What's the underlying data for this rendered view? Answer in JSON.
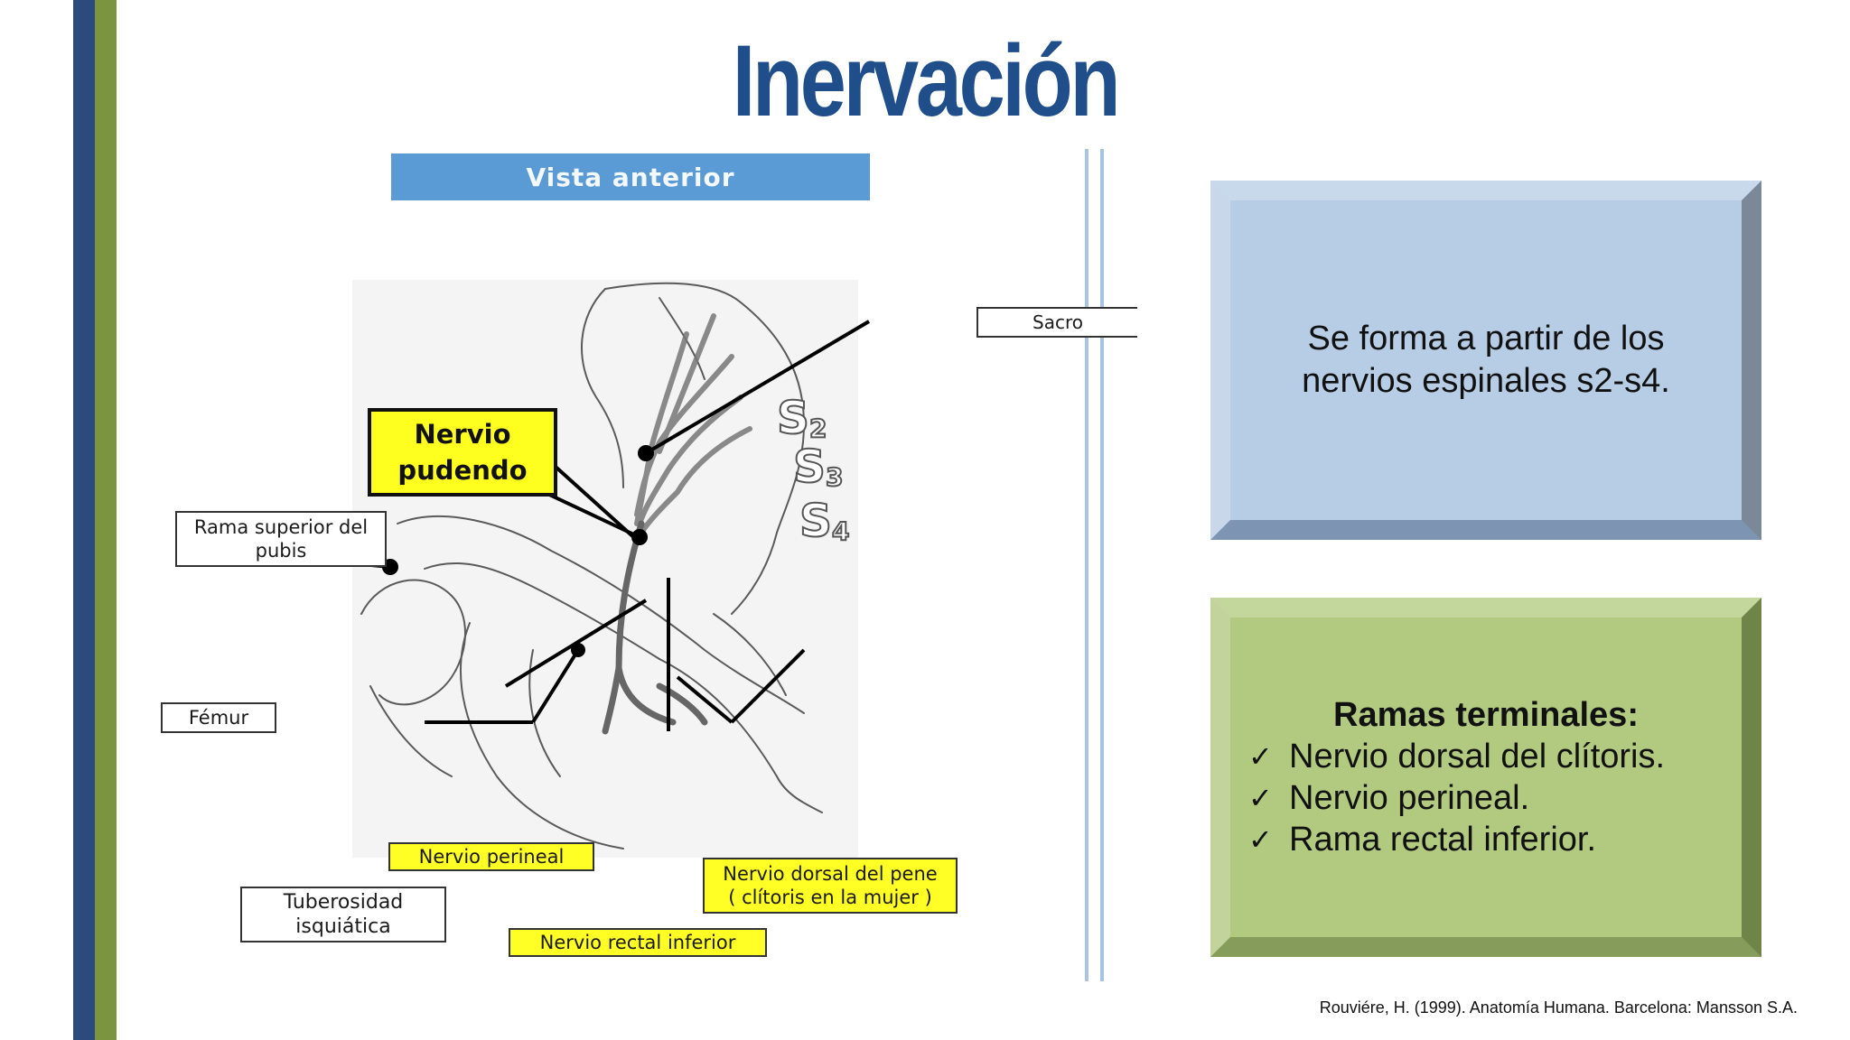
{
  "title": "Inervación",
  "diagram": {
    "view_label": "Vista anterior",
    "main_label": {
      "line1": "Nervio",
      "line2": "pudendo"
    },
    "sacral_roots": [
      {
        "letter": "S",
        "num": "2"
      },
      {
        "letter": "S",
        "num": "3"
      },
      {
        "letter": "S",
        "num": "4"
      }
    ],
    "labels": {
      "sacro": "Sacro",
      "rama_superior": {
        "line1": "Rama superior del",
        "line2": "pubis"
      },
      "femur": "Fémur",
      "nervio_perineal": "Nervio perineal",
      "tuberosidad": {
        "line1": "Tuberosidad",
        "line2": "isquiática"
      },
      "nervio_dorsal": {
        "line1": "Nervio dorsal del pene",
        "line2": "( clítoris en la mujer )"
      },
      "nervio_rectal": "Nervio rectal inferior"
    }
  },
  "box_origin": {
    "line1": "Se forma a partir de los",
    "line2": "nervios espinales s2-s4."
  },
  "box_branches": {
    "heading": "Ramas terminales:",
    "check_glyph": "✓",
    "items": [
      "Nervio dorsal del clítoris.",
      "Nervio perineal.",
      "Rama rectal inferior."
    ]
  },
  "citation": "Rouviére, H. (1999). Anatomía Humana. Barcelona: Mansson S.A.",
  "colors": {
    "title": "#1f4e8b",
    "left_bar_blue": "#2a4b7c",
    "left_bar_green": "#7a9440",
    "box_blue": "#b7cde6",
    "box_green": "#b2c980",
    "label_yellow": "#ffff26",
    "view_label_bg": "#5b9bd5"
  }
}
